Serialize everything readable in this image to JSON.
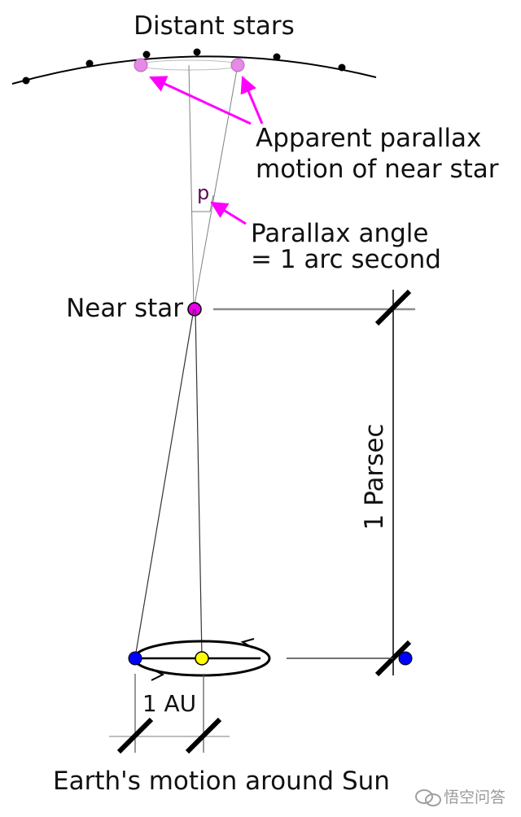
{
  "labels": {
    "distant_stars": "Distant stars",
    "apparent_parallax_1": "Apparent parallax",
    "apparent_parallax_2": "motion of near star",
    "p": "p",
    "parallax_angle_1": "Parallax angle",
    "parallax_angle_2": "= 1 arc second",
    "near_star": "Near star",
    "parsec": "1 Parsec",
    "au": "1 AU",
    "earth_motion": "Earth's motion around Sun"
  },
  "watermark": "悟空问答",
  "colors": {
    "magenta": "#ff00ff",
    "near_star": "#e600e6",
    "apparent_star": "#e58ae5",
    "earth": "#0000ff",
    "sun": "#ffff00",
    "line": "#000000",
    "grey": "#8c8c8c",
    "p_label": "#5a0a5a"
  }
}
